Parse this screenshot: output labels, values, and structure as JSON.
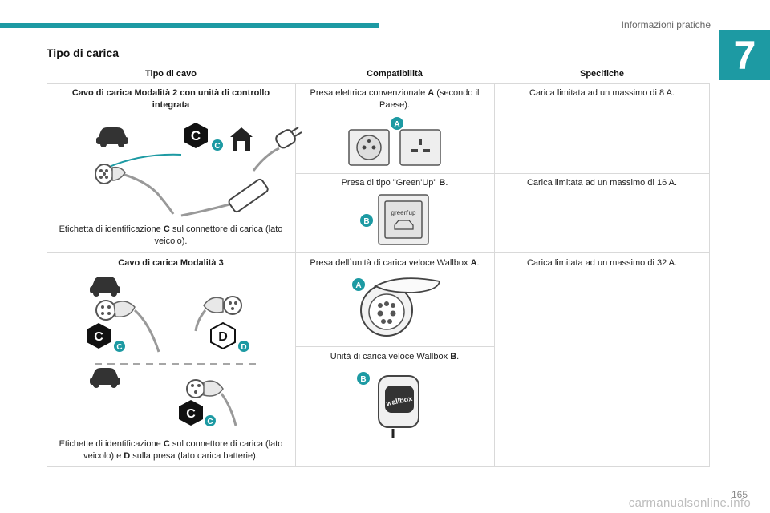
{
  "header": {
    "section": "Informazioni pratiche",
    "chapter": "7"
  },
  "title": "Tipo di carica",
  "table": {
    "columns": [
      "Tipo di cavo",
      "Compatibilità",
      "Specifiche"
    ],
    "mode2": {
      "cable_title": "Cavo di carica Modalità 2 con unità di controllo integrata",
      "caption_pre": "Etichetta di identificazione ",
      "caption_bold": "C",
      "caption_post": " sul connettore di carica (lato veicolo).",
      "label_c": "C"
    },
    "mode2_rows": [
      {
        "compat_pre": "Presa elettrica convenzionale ",
        "compat_bold": "A",
        "compat_post": " (secondo il Paese).",
        "badge": "A",
        "spec": "Carica limitata ad un massimo di 8 A."
      },
      {
        "compat_pre": "Presa di tipo \"Green'Up\" ",
        "compat_bold": "B",
        "compat_post": ".",
        "badge": "B",
        "socket_text": "green'up",
        "spec": "Carica limitata ad un massimo di 16 A."
      }
    ],
    "mode3": {
      "cable_title": "Cavo di carica Modalità 3",
      "caption_pre": "Etichette di identificazione ",
      "caption_bold1": "C",
      "caption_mid": " sul connettore di carica (lato veicolo) e ",
      "caption_bold2": "D",
      "caption_post": " sulla presa (lato carica batterie).",
      "label_c": "C",
      "label_d": "D",
      "spec": "Carica limitata ad un massimo di 32 A."
    },
    "mode3_rows": [
      {
        "compat_pre": "Presa dell`unità di carica veloce Wallbox ",
        "compat_bold": "A",
        "compat_post": ".",
        "badge": "A"
      },
      {
        "compat_pre": "Unità di carica veloce Wallbox ",
        "compat_bold": "B",
        "compat_post": ".",
        "badge": "B",
        "device_text": "wallbox"
      }
    ]
  },
  "footer": {
    "page_number": "165",
    "watermark": "carmanualsonline.info"
  },
  "colors": {
    "accent": "#1d9aa3",
    "badge_dark": "#111111",
    "grid": "#d9d9d9"
  }
}
